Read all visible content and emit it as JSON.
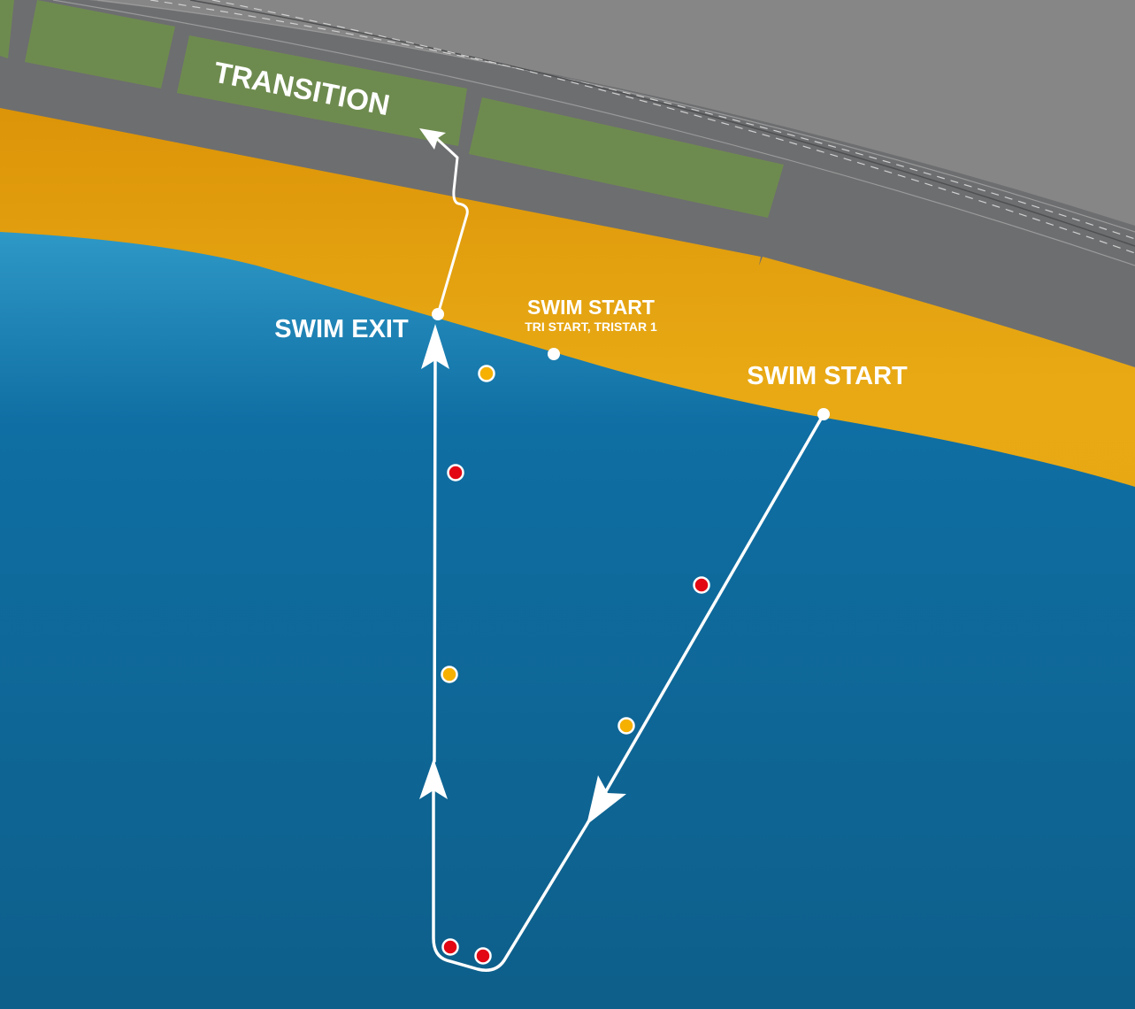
{
  "labels": {
    "transition": "TRANSITION",
    "swim_exit": "SWIM EXIT",
    "swim_start_1": "SWIM START",
    "swim_start_1_sub": "TRI START, TRISTAR 1",
    "swim_start_2": "SWIM START"
  },
  "colors": {
    "land": "#868686",
    "road": "#6d6e70",
    "grass": "#6e8b4f",
    "beach": "#e6a614",
    "water_light": "#2e98c6",
    "water_mid": "#0f6ea3",
    "water_dark": "#0e5f8a",
    "buoy_yellow": "#f5b000",
    "buoy_red": "#e30613",
    "route": "#ffffff"
  },
  "buoys": [
    {
      "color": "yellow"
    },
    {
      "color": "yellow"
    },
    {
      "color": "yellow"
    },
    {
      "color": "red"
    },
    {
      "color": "red"
    },
    {
      "color": "red"
    },
    {
      "color": "red"
    }
  ]
}
